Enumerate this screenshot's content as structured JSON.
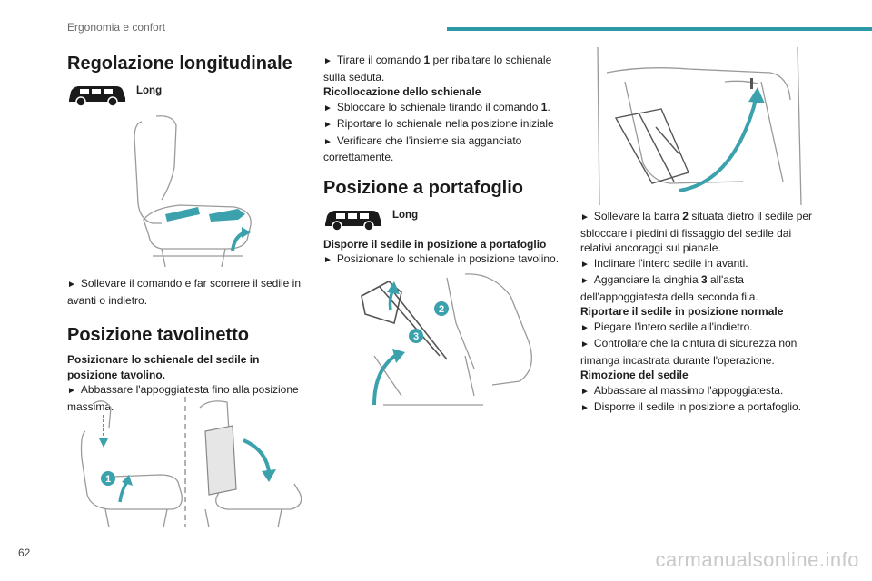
{
  "header": {
    "section": "Ergonomia e confort",
    "accent": "#2b9aa6"
  },
  "page_number": "62",
  "watermark": "carmanualsonline.info",
  "left": {
    "title": "Regolazione longitudinale",
    "badge": "Long",
    "step": "Sollevare il comando e far scorrere il sedile in avanti o indietro.",
    "title2": "Posizione tavolinetto",
    "intro": "Posizionare lo schienale del sedile in posizione tavolino.",
    "step2": "Abbassare l'appoggiatesta fino alla posizione massima.",
    "callout1": "1"
  },
  "middle": {
    "step_a_pre": "Tirare il comando ",
    "step_a_num": "1",
    "step_a_post": " per ribaltare lo schienale sulla seduta.",
    "sub1": "Ricollocazione dello schienale",
    "step_b_pre": "Sbloccare lo schienale tirando il comando ",
    "step_b_num": "1",
    "step_b_post": ".",
    "step_c": "Riportare lo schienale nella posizione iniziale",
    "step_d": "Verificare che l’insieme sia agganciato correttamente.",
    "title": "Posizione a portafoglio",
    "badge": "Long",
    "sub2": "Disporre il sedile in posizione a portafoglio",
    "step_e": "Posizionare lo schienale in posizione tavolino.",
    "callout2": "2",
    "callout3": "3"
  },
  "right": {
    "step_a_pre": "Sollevare la barra ",
    "step_a_num": "2",
    "step_a_post": " situata dietro il sedile per sbloccare i piedini di fissaggio del sedile dai relativi ancoraggi sul pianale.",
    "step_b": "Inclinare l'intero sedile in avanti.",
    "step_c_pre": "Agganciare la cinghia ",
    "step_c_num": "3",
    "step_c_post": " all'asta dell'appoggiatesta della seconda fila.",
    "sub1": "Riportare il sedile in posizione normale",
    "step_d": "Piegare l'intero sedile all'indietro.",
    "step_e": "Controllare che la cintura di sicurezza non rimanga incastrata durante l'operazione.",
    "sub2": "Rimozione del sedile",
    "step_f": "Abbassare al massimo l'appoggiatesta.",
    "step_g": "Disporre il sedile in posizione a portafoglio."
  },
  "arrow_glyph": "►",
  "icons": [
    "car-long-icon",
    "seat-illustration",
    "step-arrow-icon"
  ]
}
